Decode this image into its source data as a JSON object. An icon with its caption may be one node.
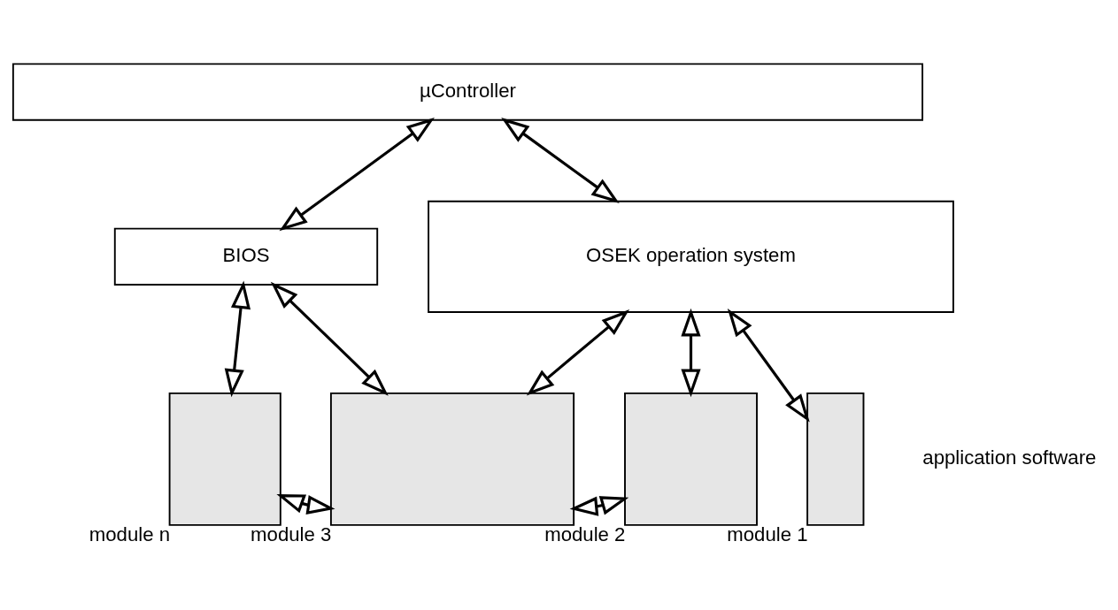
{
  "diagram": {
    "nodes": [
      {
        "text": [
          "µController"
        ]
      },
      {
        "text": [
          "BIOS"
        ]
      },
      {
        "text": [
          "OSEK operation system"
        ]
      },
      {
        "text": [],
        "shape": "box",
        "beside": [
          "module n"
        ]
      },
      {
        "text": [],
        "shape": "box",
        "beside": [
          "module 3"
        ]
      },
      {
        "text": [],
        "shape": "box",
        "beside": [
          "module 2"
        ]
      },
      {
        "text": [],
        "shape": "box",
        "beside": [
          "module 1"
        ]
      }
    ],
    "edges": [
      {
        "from": 1,
        "to": 0,
        "arrow": "both"
      },
      {
        "from": 2,
        "to": 0,
        "arrow": "both"
      },
      {
        "from": 3,
        "to": 1,
        "arrow": "both"
      },
      {
        "from": 4,
        "to": 1,
        "arrow": "both"
      },
      {
        "from": 4,
        "to": 2,
        "arrow": "both"
      },
      {
        "from": 5,
        "to": 2,
        "arrow": "both"
      },
      {
        "from": 6,
        "to": 2,
        "arrow": "both"
      },
      {
        "from": 3,
        "to": 4,
        "arrow": "both"
      },
      {
        "from": 4,
        "to": 5,
        "arrow": "both"
      }
    ],
    "labels": [
      "application software"
    ]
  }
}
